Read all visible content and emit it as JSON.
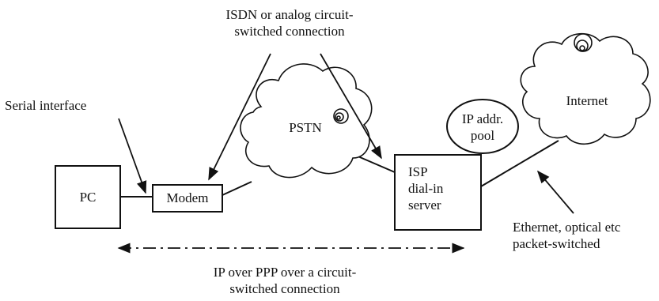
{
  "nodes": {
    "pc": "PC",
    "modem": "Modem",
    "pstn": "PSTN",
    "isp_server": [
      "ISP",
      "dial-in",
      "server"
    ],
    "ip_pool": [
      "IP addr.",
      "pool"
    ],
    "internet": "Internet"
  },
  "annotations": {
    "serial_interface": "Serial interface",
    "circuit_connection": [
      "ISDN or analog circuit-",
      "switched connection"
    ],
    "ethernet": [
      "Ethernet, optical etc",
      "packet-switched"
    ],
    "ip_over_ppp": [
      "IP over PPP over a circuit-",
      "switched connection"
    ]
  }
}
